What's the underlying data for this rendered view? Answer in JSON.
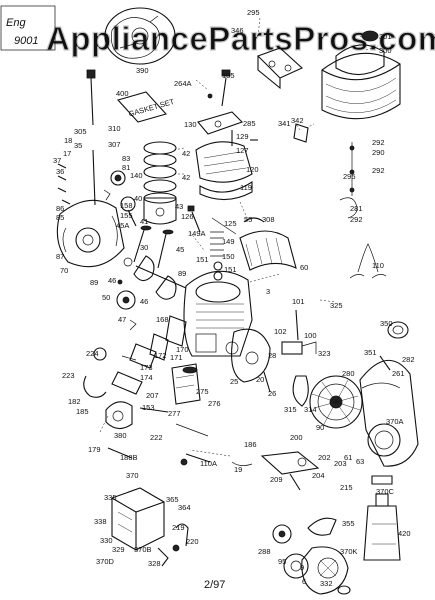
{
  "watermark": "AppliancePartsPros.com",
  "page_number": "2/97",
  "handwriting": {
    "line1": "Eng",
    "line2": "9001"
  },
  "gasket_set_label": "GASKET SET",
  "labels": {
    "l295": "295",
    "l346": "346",
    "l301": "301",
    "l300": "300",
    "l390": "390",
    "l264A": "264A",
    "l135": "135",
    "l310": "310",
    "l400": "400",
    "l285": "285",
    "l130": "130",
    "l129": "129",
    "l127": "127",
    "l341": "341",
    "l342": "342",
    "l292a": "292",
    "l290": "290",
    "l305": "305",
    "l18": "18",
    "l35": "35",
    "l307": "307",
    "l37": "37",
    "l17": "17",
    "l36": "36",
    "l83": "83",
    "l81": "81",
    "l140": "140",
    "l42": "42",
    "l120": "120",
    "l119": "119",
    "l295b": "295",
    "l292b": "292",
    "l281": "281",
    "l292c": "292",
    "l126": "126",
    "l43": "43",
    "l40": "40",
    "l41": "41",
    "l158": "158",
    "l155": "155",
    "l45A": "45A",
    "l125": "125",
    "l55": "55",
    "l308": "308",
    "l149A": "149A",
    "l149": "149",
    "l150": "150",
    "l151a": "151",
    "l151b": "151",
    "l45": "45",
    "l86": "86",
    "l85": "85",
    "l30": "30",
    "l87": "87",
    "l70": "70",
    "l89": "89",
    "l46": "46",
    "l50": "50",
    "l60": "60",
    "l110": "110",
    "l3": "3",
    "l325": "325",
    "l101": "101",
    "l47": "47",
    "l168": "168",
    "l102": "102",
    "l100": "100",
    "l350": "350",
    "l170": "170",
    "l28": "28",
    "l323": "323",
    "l224": "224",
    "l172": "172",
    "l171": "171",
    "l351": "351",
    "l282": "282",
    "l173": "173",
    "l174": "174",
    "l223": "223",
    "l25": "25",
    "l20": "20",
    "l26": "26",
    "l280": "280",
    "l261": "261",
    "l182": "182",
    "l207": "207",
    "l276": "276",
    "l275": "275",
    "l314": "314",
    "l315": "315",
    "l90": "90",
    "l185": "185",
    "l380": "380",
    "l153": "153",
    "l277": "277",
    "l222": "222",
    "l370A": "370A",
    "l179": "179",
    "l188B": "188B",
    "l186": "186",
    "l200": "200",
    "l19": "19",
    "l202": "202",
    "l203": "203",
    "l63": "63",
    "l61": "61",
    "l110A": "110A",
    "l209": "209",
    "l204": "204",
    "l370": "370",
    "l215": "215",
    "l370C": "370C",
    "l335": "335",
    "l365": "365",
    "l364": "364",
    "l355": "355",
    "l338": "338",
    "l219": "219",
    "l420": "420",
    "l330": "330",
    "l329": "329",
    "l370B": "370B",
    "l220": "220",
    "l370D": "370D",
    "l328": "328",
    "l288": "288",
    "l370K": "370K",
    "l95": "95",
    "l332": "332",
    "l9": "9",
    "l6": "6"
  }
}
